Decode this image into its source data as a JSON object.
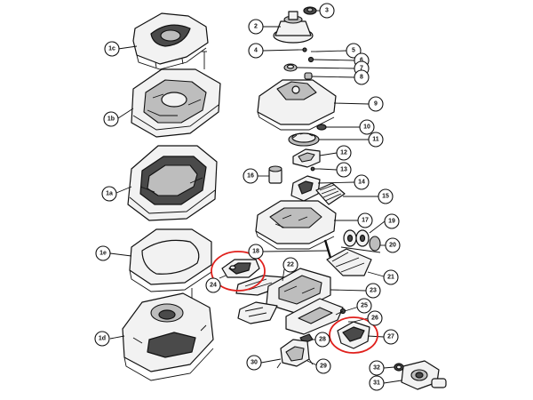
{
  "diagram": {
    "highlight_color": "#e0201c",
    "callouts": [
      "1c",
      "1b",
      "1a",
      "1e",
      "1d",
      "2",
      "3",
      "4",
      "5",
      "6",
      "7",
      "8",
      "9",
      "10",
      "11",
      "12",
      "13",
      "14",
      "15",
      "16",
      "17",
      "18",
      "19",
      "20",
      "21",
      "22",
      "23",
      "24",
      "25",
      "26",
      "27",
      "28",
      "29",
      "30",
      "31",
      "32"
    ],
    "highlighted_callouts": [
      "24",
      "27"
    ]
  }
}
